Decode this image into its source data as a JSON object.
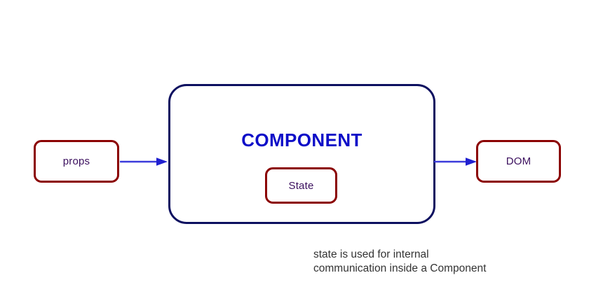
{
  "diagram": {
    "title_text": "COMPONENT",
    "background_color": "#ffffff",
    "nodes": {
      "props": {
        "label": "props",
        "border_color": "#8b0000",
        "text_color": "#3b0f5e"
      },
      "component": {
        "label": "COMPONENT",
        "border_color": "#0d1060",
        "text_color": "#0d0dc8"
      },
      "state": {
        "label": "State",
        "border_color": "#8b0000",
        "text_color": "#3b0f5e"
      },
      "dom": {
        "label": "DOM",
        "border_color": "#8b0000",
        "text_color": "#3b0f5e"
      }
    },
    "arrows": [
      {
        "name": "props-to-component",
        "from": "props",
        "to": "component",
        "color": "#3b3bdb"
      },
      {
        "name": "component-to-dom",
        "from": "component",
        "to": "dom",
        "color": "#3b3bdb"
      }
    ],
    "caption": {
      "line1": "state is used for internal",
      "line2": "communication inside a Component",
      "full_text": "state is used for internal\ncommunication inside a Component",
      "text_color": "#333333"
    }
  }
}
